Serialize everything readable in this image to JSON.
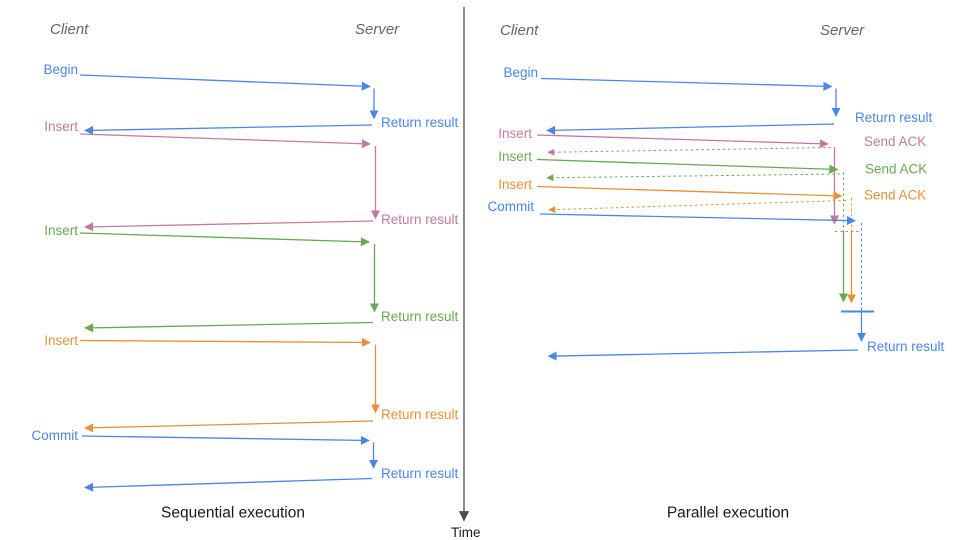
{
  "colors": {
    "blue": "#4a86e8",
    "magenta": "#c27ba0",
    "green": "#6aa84f",
    "orange": "#e69138",
    "header_gray": "#666666",
    "axis_gray": "#4d4d4d",
    "title_black": "#1a1a1a"
  },
  "time_axis": {
    "label": "Time"
  },
  "sequential": {
    "title": "Sequential execution",
    "header": {
      "client": "Client",
      "server": "Server"
    },
    "ops": [
      {
        "label": "Begin",
        "color": "blue",
        "response": "Return result"
      },
      {
        "label": "Insert",
        "color": "magenta",
        "response": "Return result"
      },
      {
        "label": "Insert",
        "color": "green",
        "response": "Return result"
      },
      {
        "label": "Insert",
        "color": "orange",
        "response": "Return result"
      },
      {
        "label": "Commit",
        "color": "blue",
        "response": "Return result"
      }
    ]
  },
  "parallel": {
    "title": "Parallel execution",
    "header": {
      "client": "Client",
      "server": "Server"
    },
    "ops": [
      {
        "label": "Begin",
        "color": "blue",
        "response": "Return result"
      },
      {
        "label": "Insert",
        "color": "magenta",
        "response": "Send ACK"
      },
      {
        "label": "Insert",
        "color": "green",
        "response": "Send ACK"
      },
      {
        "label": "Insert",
        "color": "orange",
        "response": "Send ACK"
      },
      {
        "label": "Commit",
        "color": "blue",
        "response": "Return result"
      }
    ],
    "final_response": "Return result"
  }
}
